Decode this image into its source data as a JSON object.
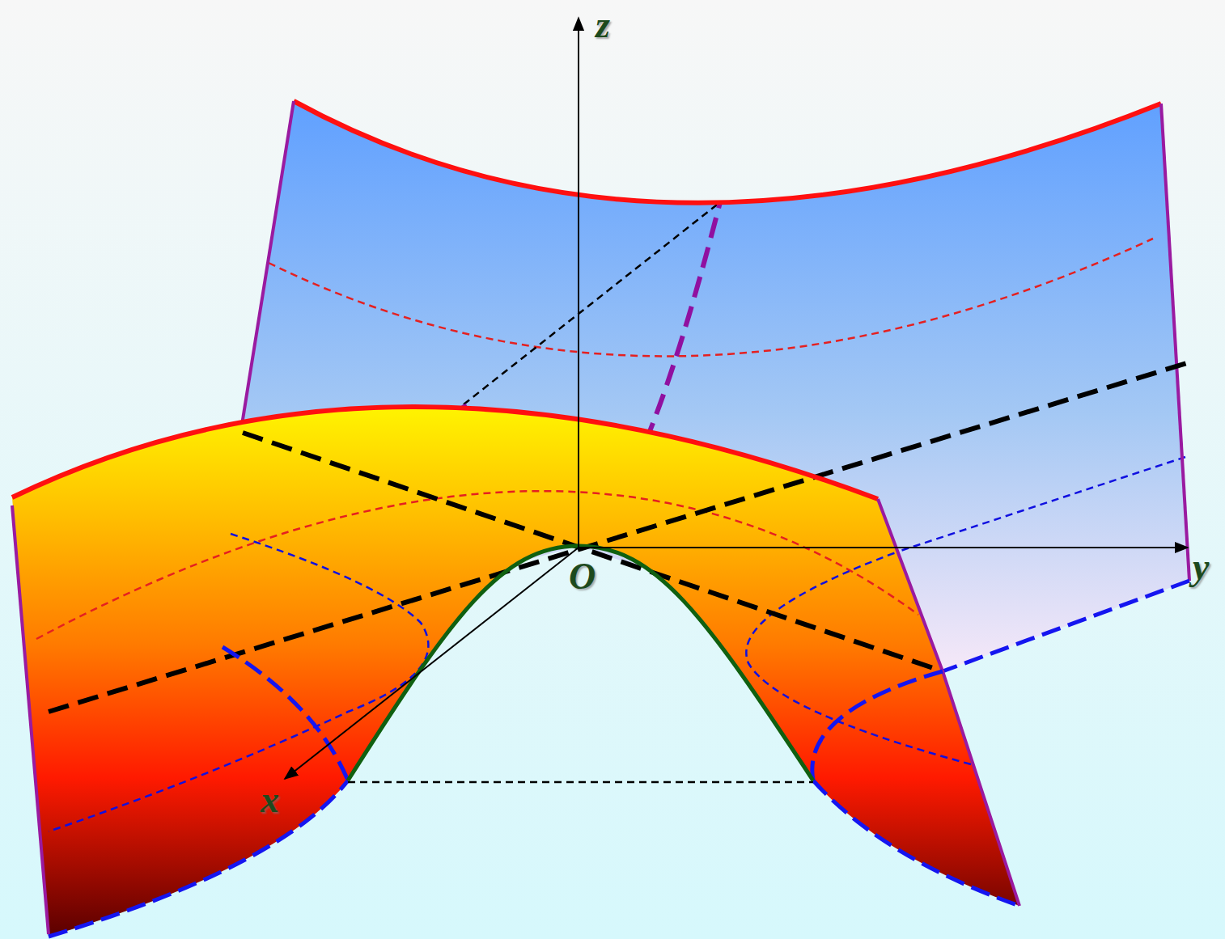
{
  "diagram": {
    "labels": [
      "z",
      "y",
      "O",
      "x"
    ]
  }
}
